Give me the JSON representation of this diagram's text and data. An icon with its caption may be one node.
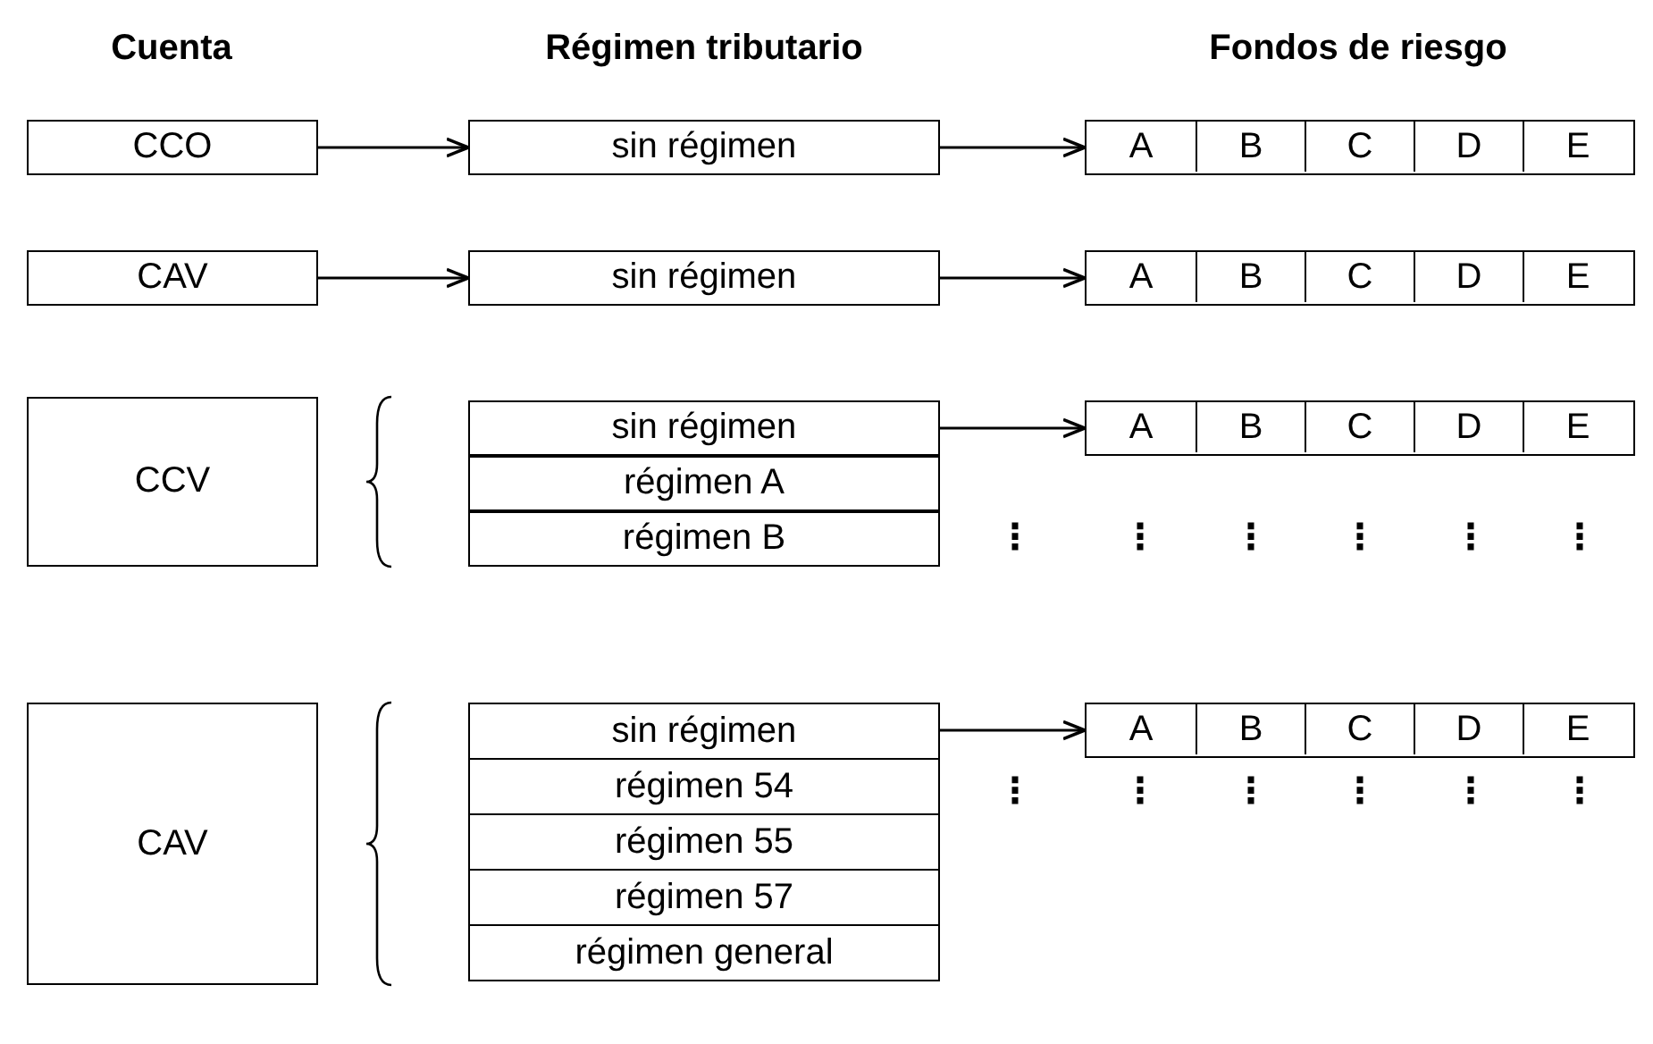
{
  "diagram": {
    "nodes": [
      {
        "text": [
          "CCO"
        ]
      },
      {
        "text": [
          "sin régimen"
        ]
      },
      {
        "text": [],
        "shape": "box"
      },
      {
        "text": [
          "A"
        ],
        "in": 2
      },
      {
        "text": [
          "B"
        ],
        "in": 2
      },
      {
        "text": [
          "C"
        ],
        "in": 2
      },
      {
        "text": [
          "D"
        ],
        "in": 2
      },
      {
        "text": [
          "E"
        ],
        "in": 2
      },
      {
        "text": [
          "CAV"
        ]
      },
      {
        "text": [
          "sin régimen"
        ]
      },
      {
        "text": [],
        "shape": "box"
      },
      {
        "text": [
          "A"
        ],
        "in": 10
      },
      {
        "text": [
          "B"
        ],
        "in": 10
      },
      {
        "text": [
          "C"
        ],
        "in": 10
      },
      {
        "text": [
          "D"
        ],
        "in": 10
      },
      {
        "text": [
          "E"
        ],
        "in": 10
      },
      {
        "text": [
          "CCV"
        ]
      },
      {
        "text": [
          "sin régimen"
        ]
      },
      {
        "text": [
          "régimen A"
        ]
      },
      {
        "text": [
          "régimen B"
        ]
      },
      {
        "text": [],
        "shape": "box"
      },
      {
        "text": [
          "A"
        ],
        "in": 20
      },
      {
        "text": [
          "B"
        ],
        "in": 20
      },
      {
        "text": [
          "C"
        ],
        "in": 20
      },
      {
        "text": [
          "D"
        ],
        "in": 20
      },
      {
        "text": [
          "E"
        ],
        "in": 20
      },
      {
        "text": [
          "CAV"
        ]
      },
      {
        "text": [
          "sin régimen"
        ]
      },
      {
        "text": [
          "régimen 54"
        ]
      },
      {
        "text": [
          "régimen 55"
        ]
      },
      {
        "text": [
          "régimen 57"
        ]
      },
      {
        "text": [
          "régimen general"
        ]
      },
      {
        "text": [],
        "shape": "box"
      },
      {
        "text": [
          "A"
        ],
        "in": 32
      },
      {
        "text": [
          "B"
        ],
        "in": 32
      },
      {
        "text": [
          "C"
        ],
        "in": 32
      },
      {
        "text": [
          "D"
        ],
        "in": 32
      },
      {
        "text": [
          "E"
        ],
        "in": 32
      }
    ],
    "edges": [
      {
        "from": 0,
        "to": 1,
        "arrow": "to"
      },
      {
        "from": 1,
        "to": 2,
        "arrow": "to"
      },
      {
        "from": 8,
        "to": 9,
        "arrow": "to"
      },
      {
        "from": 9,
        "to": 10,
        "arrow": "to"
      },
      {
        "from": 17,
        "to": 20,
        "arrow": "to"
      },
      {
        "from": 27,
        "to": 32,
        "arrow": "to"
      }
    ],
    "labels": [
      "Cuenta",
      "Régimen tributario",
      "Fondos de riesgo",
      "⋮",
      "⋮",
      "⋮",
      "⋮",
      "⋮",
      "⋮",
      "⋮",
      "⋮",
      "⋮",
      "⋮",
      "⋮",
      "⋮"
    ]
  }
}
